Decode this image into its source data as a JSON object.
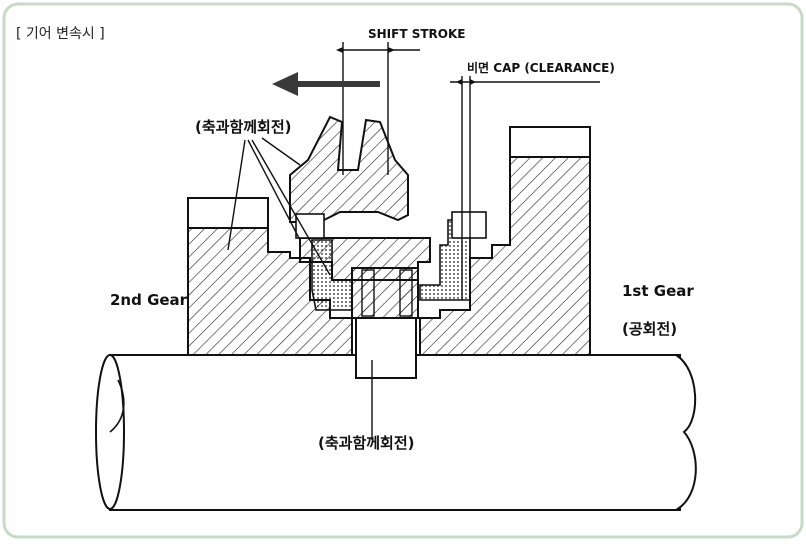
{
  "header": "[ 기어 변속시 ]",
  "labels": {
    "shift_stroke": "SHIFT STROKE",
    "clearance": "비면 CAP (CLEARANCE)",
    "sync_top": "(축과함께회전)",
    "second_gear": "2nd Gear",
    "first_gear": "1st Gear",
    "idle_rotation": "(공회전)",
    "sync_bottom": "(축과함께회전)"
  },
  "colors": {
    "border": "#c9d9c8",
    "ink": "#111111",
    "arrow": "#3a3a3a"
  }
}
